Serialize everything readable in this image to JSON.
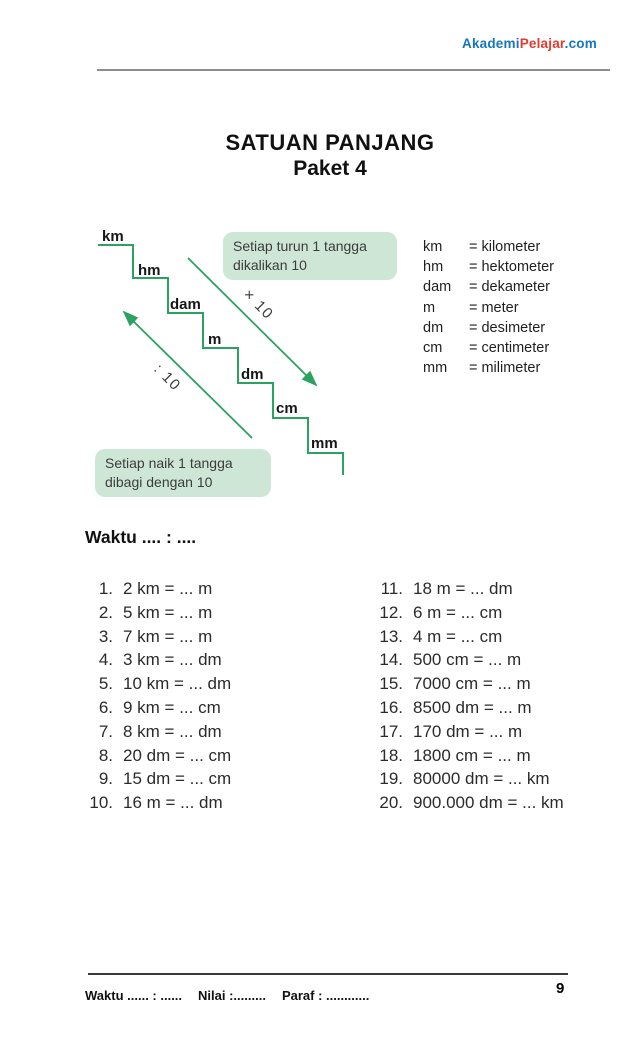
{
  "page": {
    "number": "9"
  },
  "header": {
    "logo": {
      "part1": "Akademi",
      "part2": "Pelajar",
      "part3": ".com"
    },
    "colors": {
      "logo_blue": "#1577c0",
      "logo_red": "#e23a2e"
    }
  },
  "title": {
    "line1": "SATUAN PANJANG",
    "line2": "Paket 4"
  },
  "diagram": {
    "stairs": [
      "km",
      "hm",
      "dam",
      "m",
      "dm",
      "cm",
      "mm"
    ],
    "down_note": {
      "line1": "Setiap turun 1 tangga",
      "line2": "dikalikan 10"
    },
    "up_note": {
      "line1": "Setiap naik 1 tangga",
      "line2": "dibagi dengan 10"
    },
    "multiply_label": "× 10",
    "divide_label": ": 10",
    "colors": {
      "green_line": "#2ba25f",
      "green_box": "#cde6d6"
    }
  },
  "legend": {
    "eq": "=",
    "rows": [
      {
        "abbr": "km",
        "name": "kilometer"
      },
      {
        "abbr": "hm",
        "name": "hektometer"
      },
      {
        "abbr": "dam",
        "name": "dekameter"
      },
      {
        "abbr": "m",
        "name": "meter"
      },
      {
        "abbr": "dm",
        "name": "desimeter"
      },
      {
        "abbr": "cm",
        "name": "centimeter"
      },
      {
        "abbr": "mm",
        "name": "milimeter"
      }
    ]
  },
  "section_heading": "Waktu .... : ....",
  "problems": {
    "left": [
      {
        "num": "1.",
        "text": "2 km = ... m"
      },
      {
        "num": "2.",
        "text": "5 km = ... m"
      },
      {
        "num": "3.",
        "text": "7 km = ... m"
      },
      {
        "num": "4.",
        "text": "3 km = ... dm"
      },
      {
        "num": "5.",
        "text": "10 km = ... dm"
      },
      {
        "num": "6.",
        "text": "9 km = ... cm"
      },
      {
        "num": "7.",
        "text": "8 km = ... dm"
      },
      {
        "num": "8.",
        "text": "20 dm = ... cm"
      },
      {
        "num": "9.",
        "text": "15 dm = ... cm"
      },
      {
        "num": "10.",
        "text": "16 m = ... dm"
      }
    ],
    "right": [
      {
        "num": "11.",
        "text": "18 m = ... dm"
      },
      {
        "num": "12.",
        "text": "6 m = ... cm"
      },
      {
        "num": "13.",
        "text": "4 m = ... cm"
      },
      {
        "num": "14.",
        "text": "500 cm = ... m"
      },
      {
        "num": "15.",
        "text": "7000 cm = ... m"
      },
      {
        "num": "16.",
        "text": "8500 dm = ... m"
      },
      {
        "num": "17.",
        "text": "170 dm = ... m"
      },
      {
        "num": "18.",
        "text": "1800 cm = ... m"
      },
      {
        "num": "19.",
        "text": "80000 dm = ... km"
      },
      {
        "num": "20.",
        "text": "900.000 dm = ... km"
      }
    ]
  },
  "footer": {
    "waktu": "Waktu ...... : ......",
    "nilai": "Nilai :.........",
    "paraf": "Paraf : ............"
  }
}
